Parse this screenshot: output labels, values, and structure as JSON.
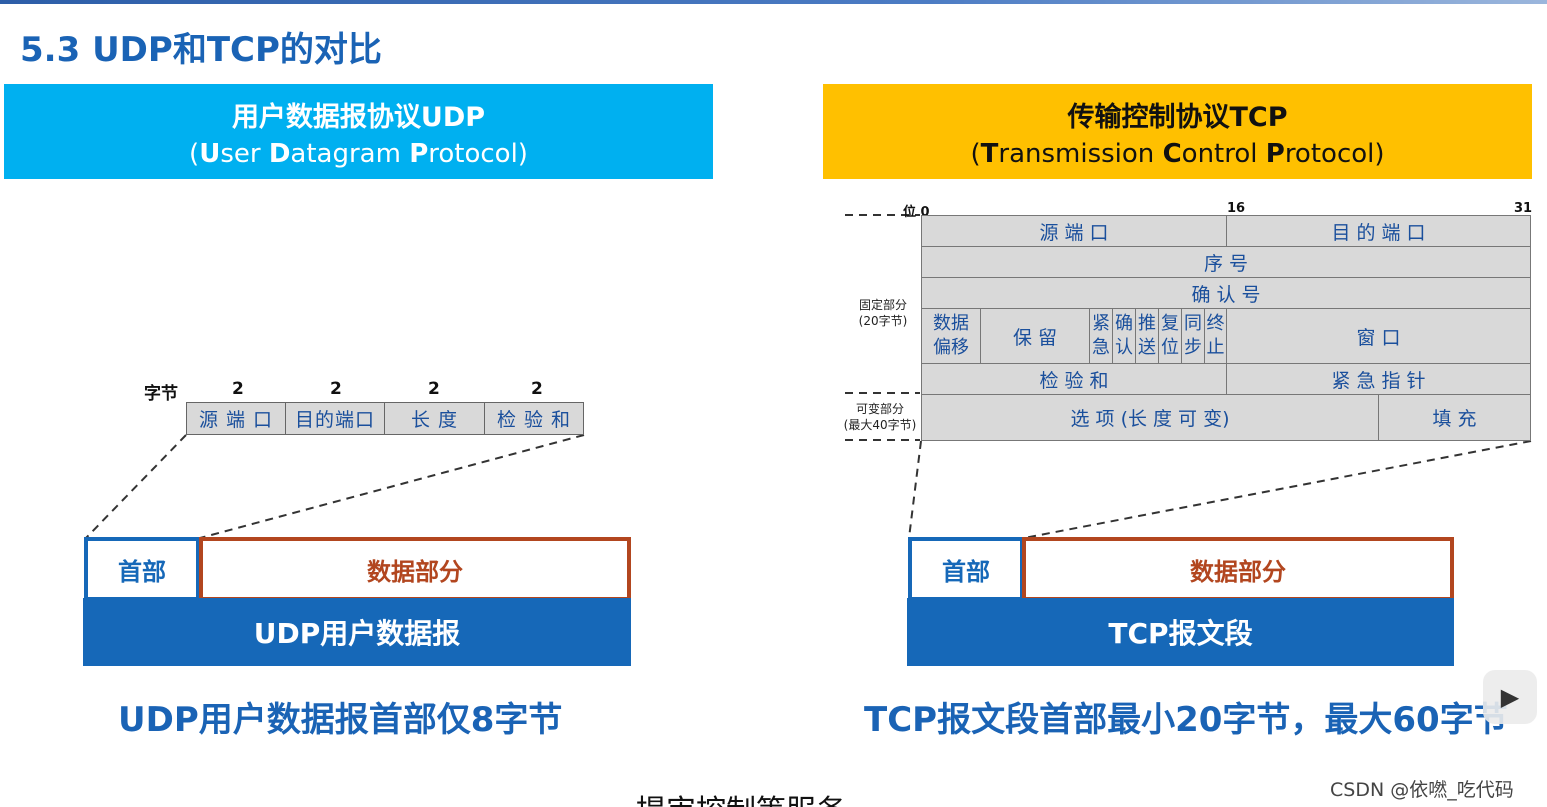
{
  "section_title": "5.3 UDP和TCP的对比",
  "udp": {
    "banner_line1": "用户数据报协议UDP",
    "banner_line2": {
      "open": "(",
      "u": "U",
      "ser": "ser ",
      "d": "D",
      "atagram": "atagram ",
      "p": "P",
      "rotocol": "rotocol)"
    },
    "bytes_label": "字节",
    "field_sizes": [
      "2",
      "2",
      "2",
      "2"
    ],
    "fields": [
      "源 端 口",
      "目的端口",
      "长 度",
      "检 验 和"
    ],
    "header_box": "首部",
    "data_box": "数据部分",
    "bar_label": "UDP用户数据报",
    "caption": "UDP用户数据报首部仅8字节"
  },
  "tcp": {
    "banner_line1": "传输控制协议TCP",
    "banner_line2": {
      "open": "(",
      "t": "T",
      "ransmission": "ransmission ",
      "c": "C",
      "ontrol": "ontrol ",
      "p": "P",
      "rotocol": "rotocol)"
    },
    "bit_label": "位 0",
    "bit_16": "16",
    "bit_31": "31",
    "fixed_part": "固定部分",
    "fixed_part_size": "(20字节)",
    "variable_part": "可变部分",
    "variable_part_size": "(最大40字节)",
    "src_port": "源 端 口",
    "dst_port": "目 的 端 口",
    "seq": "序 号",
    "ack": "确 认 号",
    "data_offset": "数据偏移",
    "reserved": "保 留",
    "flags": [
      "紧急",
      "确认",
      "推送",
      "复位",
      "同步",
      "终止"
    ],
    "window": "窗 口",
    "checksum": "检 验 和",
    "urgent_ptr": "紧 急 指 针",
    "options": "选 项 (长 度 可 变)",
    "padding": "填 充",
    "header_box": "首部",
    "data_box": "数据部分",
    "bar_label": "TCP报文段",
    "caption": "TCP报文段首部最小20字节，最大60字节"
  },
  "subtitle": "提审控制等服务",
  "watermark": "CSDN @依嘫_吃代码",
  "play_icon": "play-icon",
  "colors": {
    "udp_banner": "#00b0f0",
    "tcp_banner": "#ffc000",
    "header_blue": "#1668b8",
    "data_brown": "#b2461f",
    "title_blue": "#1a63b5"
  }
}
